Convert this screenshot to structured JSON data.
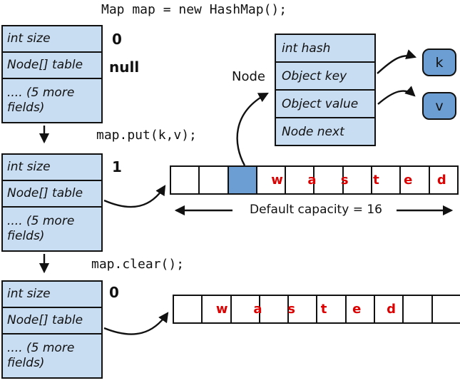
{
  "title_code": "Map map = new HashMap();",
  "colors": {
    "box_fill": "#c9ddf2",
    "highlight_fill": "#6d9ed3",
    "wasted_red": "#dd0000",
    "border": "#111111"
  },
  "map_states": [
    {
      "fields": [
        "int size",
        "Node[] table",
        ".... (5 more fields)"
      ],
      "size_value": "0",
      "table_value": "null"
    },
    {
      "fields": [
        "int size",
        "Node[] table",
        ".... (5 more fields)"
      ],
      "size_value": "1"
    },
    {
      "fields": [
        "int size",
        "Node[] table",
        ".... (5 more fields)"
      ],
      "size_value": "0"
    }
  ],
  "code_calls": {
    "put": "map.put(k,v);",
    "clear": "map.clear();"
  },
  "node_struct": {
    "label": "Node",
    "fields": [
      "int hash",
      "Object key",
      "Object value",
      "Node next"
    ],
    "key_box": "k",
    "value_box": "v"
  },
  "arrays": {
    "middle": {
      "cell_count": 10,
      "highlighted_index": 2,
      "letters": [
        "w",
        "a",
        "s",
        "t",
        "e",
        "d"
      ],
      "caption": "Default capacity = 16"
    },
    "bottom": {
      "cell_count": 10,
      "letters": [
        "w",
        "a",
        "s",
        "t",
        "e",
        "d"
      ]
    }
  }
}
